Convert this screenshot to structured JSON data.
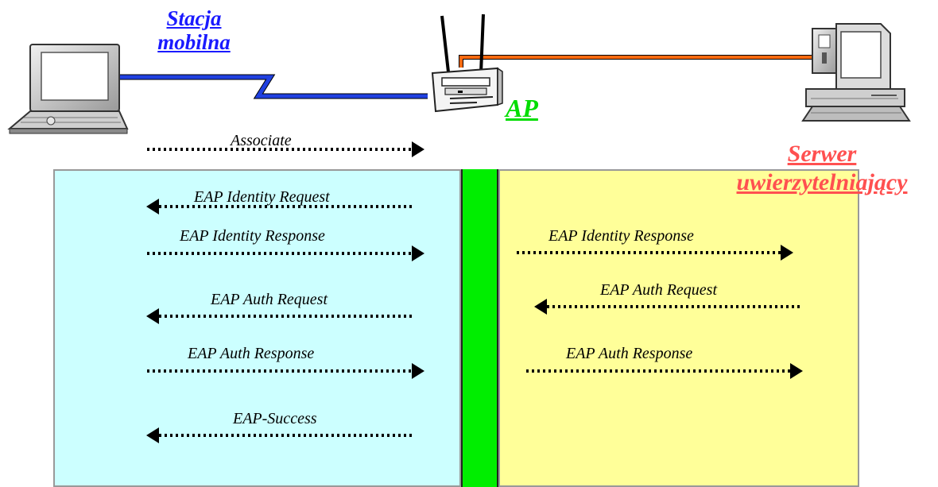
{
  "labels": {
    "mobile_station": [
      "Stacja",
      "mobilna"
    ],
    "access_point": "AP",
    "auth_server": [
      "Serwer",
      "uwierzytelniający"
    ]
  },
  "messages": {
    "associate": "Associate",
    "left": [
      "EAP Identity Request",
      "EAP Identity Response",
      "EAP Auth Request",
      "EAP Auth Response",
      "EAP-Success"
    ],
    "right": [
      "EAP Identity Response",
      "EAP Auth Request",
      "EAP Auth Response"
    ]
  },
  "colors": {
    "mobile_label": "#1a1aff",
    "ap_label": "#00dd00",
    "server_label": "#ff5050",
    "wireless_link": "#2040e0",
    "wired_link": "#ff6a10",
    "left_panel": "#ccffff",
    "right_panel": "#ffff99",
    "middle_bar": "#00ee00"
  },
  "icons": [
    "laptop-icon",
    "access-point-icon",
    "desktop-computer-icon"
  ]
}
